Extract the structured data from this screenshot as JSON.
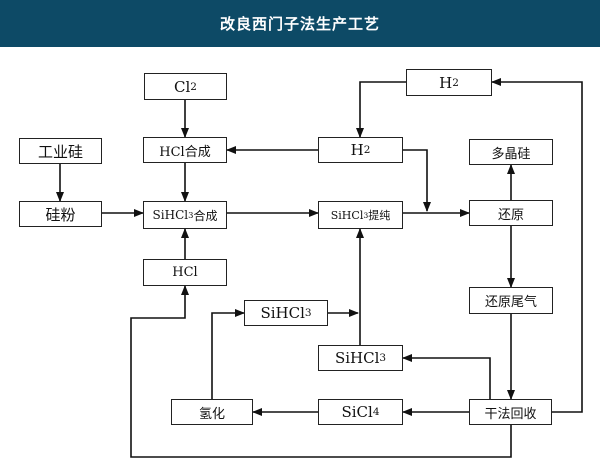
{
  "header": {
    "title": "改良西门子法生产工艺"
  },
  "nodes": {
    "cl2": {
      "base": "Cl",
      "sub": "2"
    },
    "h2_top": {
      "base": "H",
      "sub": "2"
    },
    "gongye_gui": {
      "label": "工业硅"
    },
    "hcl_hecheng": {
      "label": "HCl合成"
    },
    "h2_mid": {
      "base": "H",
      "sub": "2"
    },
    "duojing_gui": {
      "label": "多晶硅"
    },
    "gui_fen": {
      "label": "硅粉"
    },
    "sihcl3_hecheng": {
      "base": "SiHCl",
      "sub": "3",
      "suffix": "合成"
    },
    "sihcl3_tichun": {
      "base": "SiHCl",
      "sub": "3",
      "suffix": "提纯"
    },
    "huanyuan": {
      "label": "还原"
    },
    "hcl": {
      "label": "HCl"
    },
    "huanyuan_weiqi": {
      "label": "还原尾气"
    },
    "sihcl3_mid": {
      "base": "SiHCl",
      "sub": "3"
    },
    "sihcl3_low": {
      "base": "SiHCl",
      "sub": "3"
    },
    "qinghua": {
      "label": "氢化"
    },
    "sicl4": {
      "base": "SiCl",
      "sub": "4"
    },
    "ganfa_huishou": {
      "label": "干法回收"
    }
  }
}
